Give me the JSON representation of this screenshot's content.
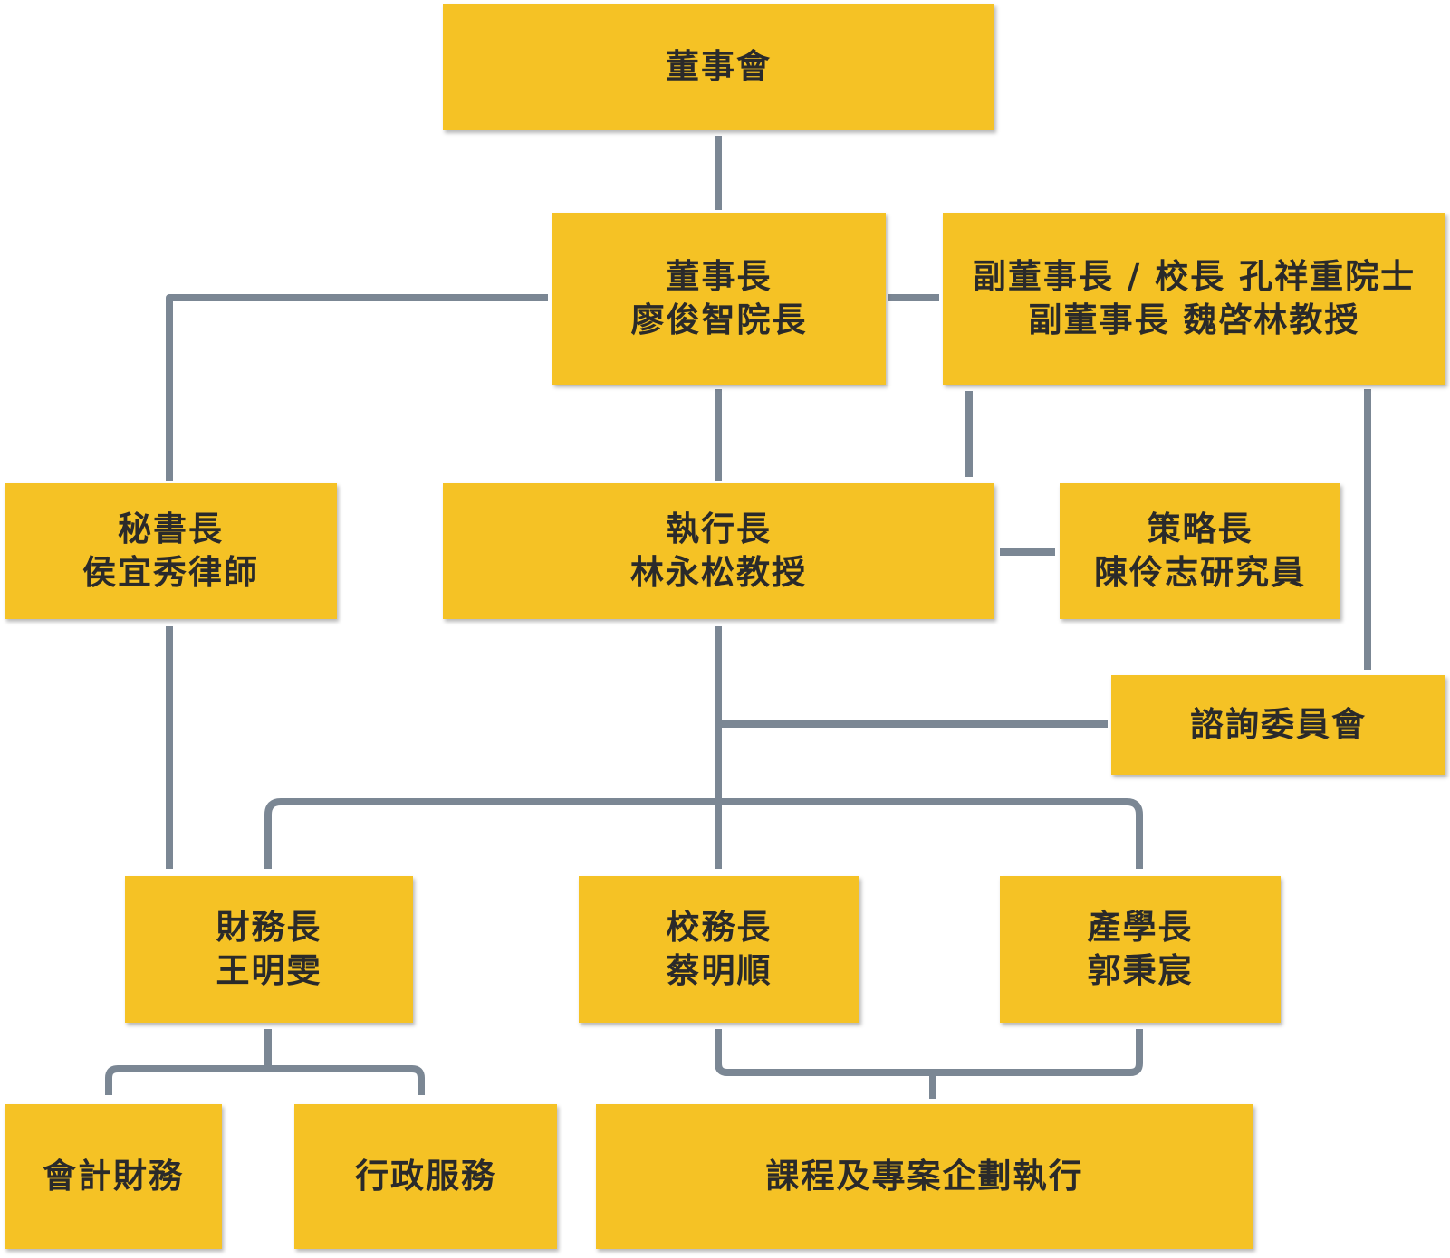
{
  "board": {
    "line1": "董事會"
  },
  "chairman": {
    "line1": "董事長",
    "line2": "廖俊智院長"
  },
  "vice_chairs": {
    "line1": "副董事長 / 校長 孔祥重院士",
    "line2": "副董事長 魏啓林教授"
  },
  "secretary_general": {
    "line1": "秘書長",
    "line2": "侯宜秀律師"
  },
  "ceo": {
    "line1": "執行長",
    "line2": "林永松教授"
  },
  "cso": {
    "line1": "策略長",
    "line2": "陳伶志研究員"
  },
  "advisory_committee": {
    "line1": "諮詢委員會"
  },
  "cfo": {
    "line1": "財務長",
    "line2": "王明雯"
  },
  "school_affairs": {
    "line1": "校務長",
    "line2": "蔡明順"
  },
  "industry_academia": {
    "line1": "產學長",
    "line2": "郭秉宸"
  },
  "accounting": {
    "line1": "會計財務"
  },
  "admin_services": {
    "line1": "行政服務"
  },
  "curriculum_projects": {
    "line1": "課程及專案企劃執行"
  },
  "colors": {
    "box_fill": "#f5c225",
    "connector": "#7b8794",
    "text": "#2a2a2a"
  }
}
